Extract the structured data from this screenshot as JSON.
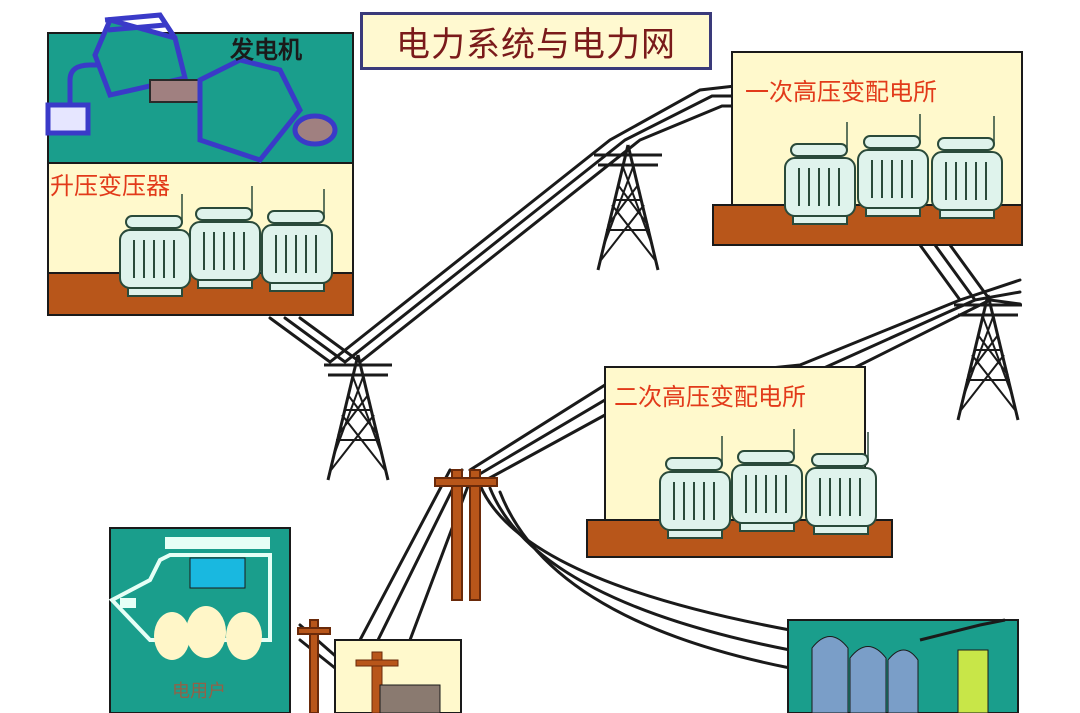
{
  "title": "电力系统与电力网",
  "labels": {
    "generator": "发电机",
    "step_up_transformer": "升压变压器",
    "primary_substation": "一次高压变配电所",
    "secondary_substation": "二次高压变配电所",
    "user": "电用户"
  },
  "colors": {
    "teal": "#1a9e8c",
    "cream": "#fff9cc",
    "ground_brown": "#b8561a",
    "transformer_fill": "#dff3ec",
    "label_red": "#e23a1a",
    "generator_blue": "#3a3ac8",
    "title_border": "#3a3a7a"
  }
}
